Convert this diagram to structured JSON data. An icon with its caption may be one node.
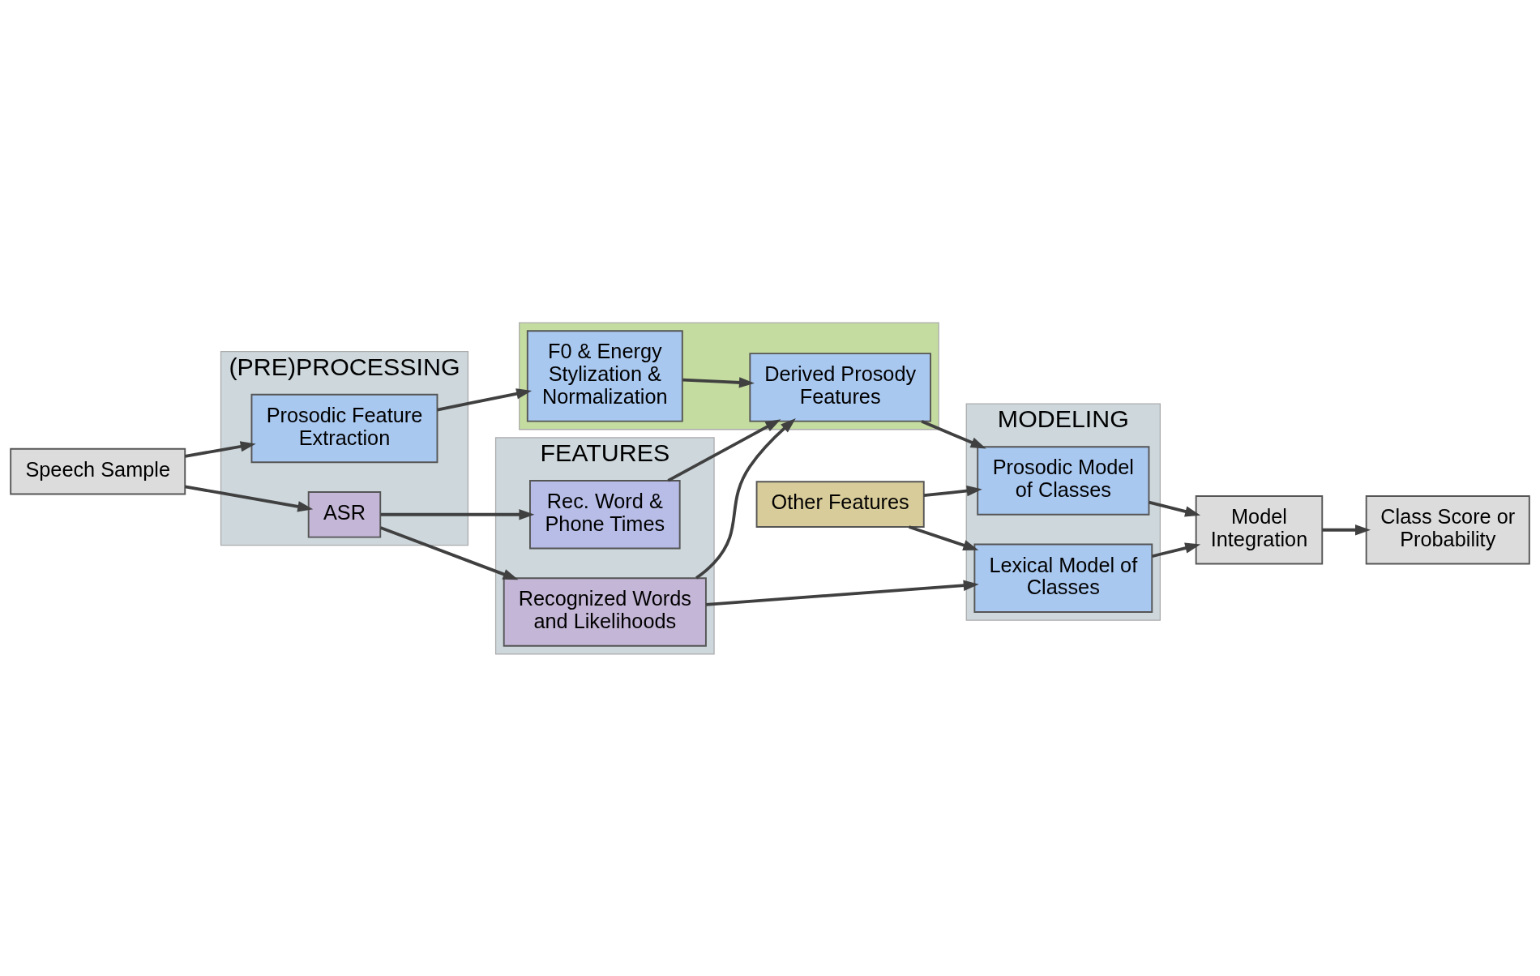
{
  "diagram": {
    "nodes": [
      {
        "text": [
          "Speech Sample"
        ]
      },
      {
        "text": [
          "(PRE)PROCESSING"
        ]
      },
      {
        "text": [
          "ASR"
        ],
        "in": 1
      },
      {
        "text": [
          "Prosodic Feature Extraction"
        ],
        "in": 1
      },
      {
        "text": [
          "FEATURES"
        ]
      },
      {
        "text": [
          "Recognized Words and Likelihoods"
        ],
        "in": 4
      },
      {
        "text": [
          "Rec. Word & Phone Times"
        ],
        "in": 4
      },
      {
        "text": [
          "MODELING"
        ]
      },
      {
        "text": [
          "Lexical Model of Classes"
        ],
        "in": 7
      },
      {
        "text": [
          "Other Features"
        ]
      },
      {
        "text": [
          "Prosodic Model of Classes"
        ],
        "in": 7
      },
      {
        "text": [],
        "shape": "box"
      },
      {
        "text": [
          "F0 & Energy Stylization & Normalization"
        ],
        "in": 11
      },
      {
        "text": [
          "Derived Prosody Features"
        ],
        "in": 11
      },
      {
        "text": [
          "Model Integration"
        ]
      },
      {
        "text": [
          "Class Score or Probability"
        ]
      }
    ],
    "edges": [
      {
        "from": 0,
        "to": 2,
        "arrow": "to"
      },
      {
        "from": 0,
        "to": 3,
        "arrow": "to"
      },
      {
        "from": 2,
        "to": 5,
        "arrow": "to"
      },
      {
        "from": 2,
        "to": 6,
        "arrow": "to"
      },
      {
        "from": 5,
        "to": 8,
        "arrow": "to"
      },
      {
        "from": 5,
        "to": 13,
        "arrow": "to"
      },
      {
        "from": 3,
        "to": 12,
        "arrow": "to"
      },
      {
        "from": 6,
        "to": 13,
        "arrow": "to"
      },
      {
        "from": 12,
        "to": 13,
        "arrow": "to"
      },
      {
        "from": 13,
        "to": 10,
        "arrow": "to"
      },
      {
        "from": 9,
        "to": 8,
        "arrow": "to"
      },
      {
        "from": 9,
        "to": 10,
        "arrow": "to"
      },
      {
        "from": 8,
        "to": 14,
        "arrow": "to"
      },
      {
        "from": 10,
        "to": 14,
        "arrow": "to"
      },
      {
        "from": 14,
        "to": 15,
        "arrow": "to"
      }
    ]
  }
}
